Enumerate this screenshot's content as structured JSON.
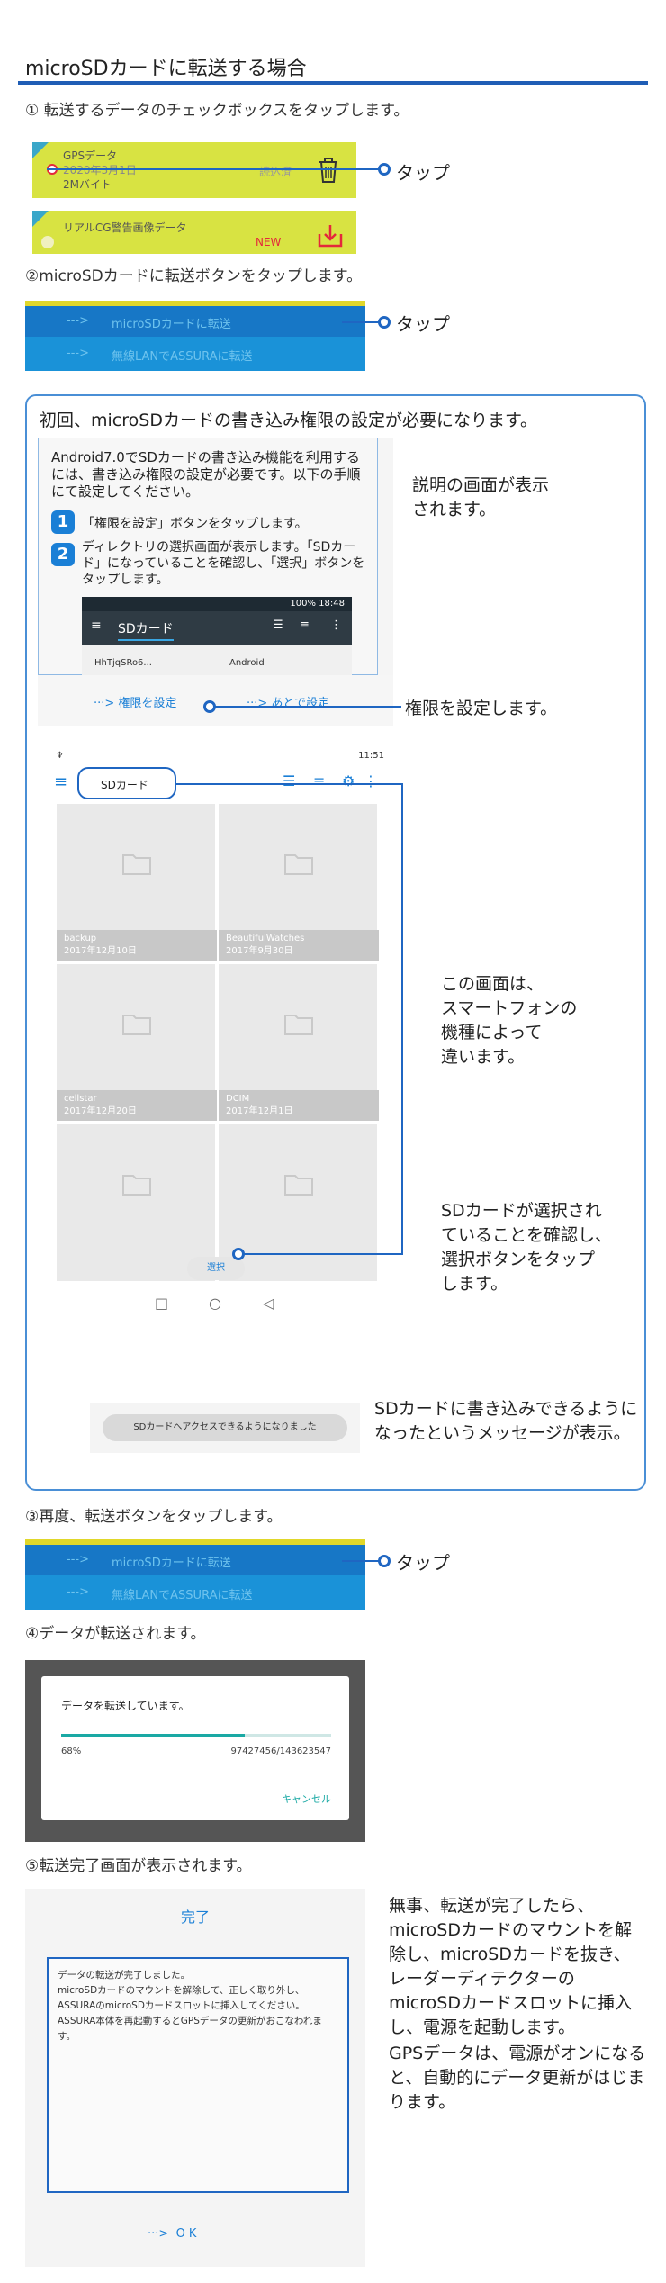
{
  "page_title": "microSDカードに転送する場合",
  "step1": "① 転送するデータのチェックボックスをタップします。",
  "step2": "②microSDカードに転送ボタンをタップします。",
  "step3": "③再度、転送ボタンをタップします。",
  "step4": "④データが転送されます。",
  "step5": "⑤転送完了画面が表示されます。",
  "tap_label": "タップ",
  "list": {
    "item1_title": "GPSデータ",
    "item1_date": "2020年3月1日",
    "item1_size": "2Mバイト",
    "item1_status": "読込済",
    "item2_title": "リアルCG警告画像データ",
    "item2_status": "NEW"
  },
  "menu": {
    "transfer_sd": "microSDカードに転送",
    "transfer_lan": "無線LANでASSURAに転送"
  },
  "section": {
    "heading": "初回、microSDカードの書き込み権限の設定が必要になります。",
    "explain_callout": "説明の画面が表示\nされます。",
    "perm_callout": "権限を設定します。",
    "device_callout": "この画面は、\nスマートフォンの\n機種によって\n違います。",
    "select_callout": "SDカードが選択され\nていることを確認し、\n選択ボタンをタップ\nします。",
    "toast_callout": "SDカードに書き込みできるように\nなったというメッセージが表示。"
  },
  "explain_screen": {
    "text": "Android7.0でSDカードの書き込み機能を利用するには、書き込み権限の設定が必要です。以下の手順にて設定してください。",
    "step1_num": "1",
    "step1": "「権限を設定」ボタンをタップします。",
    "step2_num": "2",
    "step2": "ディレクトリの選択画面が表示します。「SDカード」になっていることを確認し、「選択」ボタンをタップします。",
    "mini_status": "100% 18:48",
    "mini_title": "SDカード",
    "mini_file1": "HhTjqSRo6...",
    "mini_file2": "Android",
    "btn_perm": "権限を設定",
    "btn_later": "あとで設定"
  },
  "picker": {
    "status": "11:51",
    "title": "SDカード",
    "folders": [
      {
        "name": "backup",
        "date": "2017年12月10日"
      },
      {
        "name": "BeautifulWatches",
        "date": "2017年9月30日"
      },
      {
        "name": "cellstar",
        "date": "2017年12月20日"
      },
      {
        "name": "DCIM",
        "date": "2017年12月1日"
      },
      {
        "name": "",
        "date": ""
      },
      {
        "name": "",
        "date": ""
      }
    ],
    "select": "選択",
    "nav_back": "◁",
    "nav_home": "○",
    "nav_recent": "□"
  },
  "toast": "SDカードへアクセスできるようになりました",
  "progress": {
    "title": "データを転送しています。",
    "percent_label": "68%",
    "fraction": 0.68,
    "bytes": "97427456/143623547",
    "cancel": "キャンセル"
  },
  "complete": {
    "title": "完了",
    "message": "データの転送が完了しました。\nmicroSDカードのマウントを解除して、正しく取り外し、ASSURAのmicroSDカードスロットに挿入してください。\nASSURA本体を再起動するとGPSデータの更新がおこなわれます。",
    "ok": "O K",
    "note1": "無事、転送が完了したら、microSDカードのマウントを解除し、microSDカードを抜き、レーダーディテクターのmicroSDカードスロットに挿入し、電源を起動します。",
    "note2": "GPSデータは、電源がオンになると、自動的にデータ更新がはじまります。"
  },
  "colors": {
    "accent_blue": "#1f66c2",
    "menu_blue": "#1a92d8",
    "yellow": "#d8e342",
    "teal": "#1aa9a4"
  }
}
